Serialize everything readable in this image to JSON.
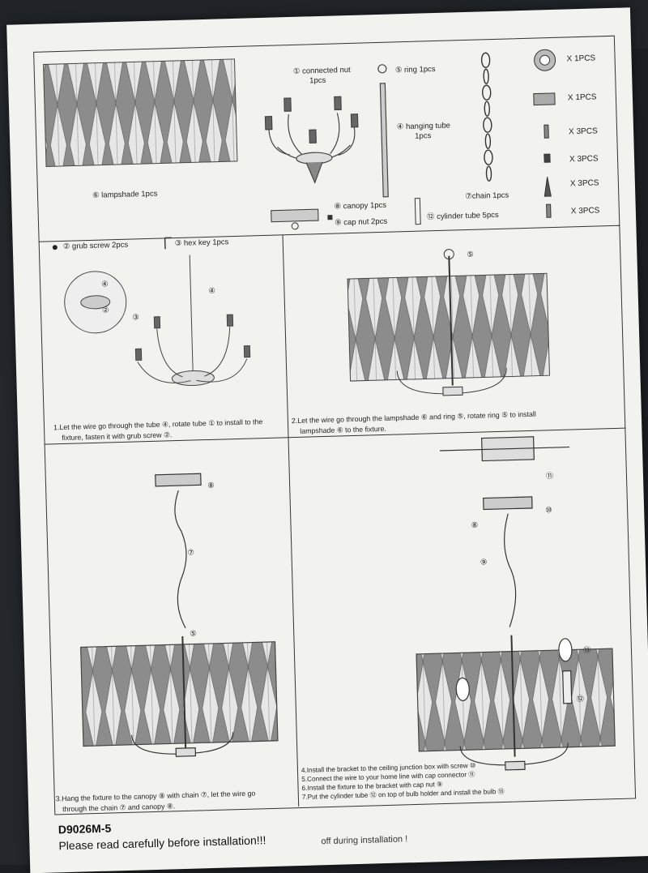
{
  "parts": {
    "connected_nut": "connected nut",
    "connected_nut_qty": "1pcs",
    "ring": "ring  1pcs",
    "hanging_tube": "hanging tube",
    "hanging_tube_qty": "1pcs",
    "lampshade": "lampshade 1pcs",
    "chain": "chain  1pcs",
    "canopy": "canopy  1pcs",
    "cap_nut": "cap nut  2pcs",
    "cylinder_tube": "cylinder tube  5pcs",
    "grub_screw": "grub screw  2pcs",
    "hex_key": "hex key  1pcs",
    "n1": "①",
    "n2": "②",
    "n3": "③",
    "n4": "④",
    "n5": "⑤",
    "n6": "⑥",
    "n7": "⑦",
    "n8": "⑧",
    "n9": "⑨",
    "n12": "⑫"
  },
  "hardware": [
    {
      "qty": "X  1PCS"
    },
    {
      "qty": "X  1PCS"
    },
    {
      "qty": "X  3PCS"
    },
    {
      "qty": "X  3PCS"
    },
    {
      "qty": "X  3PCS"
    },
    {
      "qty": "X  3PCS"
    }
  ],
  "steps": {
    "s1_l1": "1.Let the wire go through the tube ④,  rotate tube ① to install to the",
    "s1_l2": "fixture, fasten it with grub screw ②.",
    "s2_l1": "2.Let the wire go through the lampshade ⑥ and ring ⑤,  rotate ring ⑤ to install",
    "s2_l2": "lampshade ⑥ to the fixture.",
    "s3_l1": "3.Hang the fixture to the canopy ⑧ with chain ⑦, let the wire go",
    "s3_l2": "through the chain ⑦ and canopy ⑧.",
    "s4_l1": "4.Install the bracket to the ceiling junction box with screw ⑩",
    "s4_l2": "5.Connect the wire to your home line with cap connector ⑪",
    "s4_l3": "6.Install the fixture to the bracket with cap nut ⑨",
    "s4_l4": "7.Put the cylinder tube ⑫ on top of bulb holder and install the bulb ⑬"
  },
  "callouts": {
    "c4": "④",
    "c2": "②",
    "c3": "③",
    "c5": "⑤",
    "c8": "⑧",
    "c7": "⑦",
    "c5b": "⑤",
    "c11": "⑪",
    "c10": "⑩",
    "c8b": "⑧",
    "c9": "⑨",
    "c13": "⑬",
    "c12": "⑫"
  },
  "footer": {
    "model": "D9026M-5",
    "warning": "Please read carefully before installation!!!",
    "cut_text": "off during installation !"
  }
}
